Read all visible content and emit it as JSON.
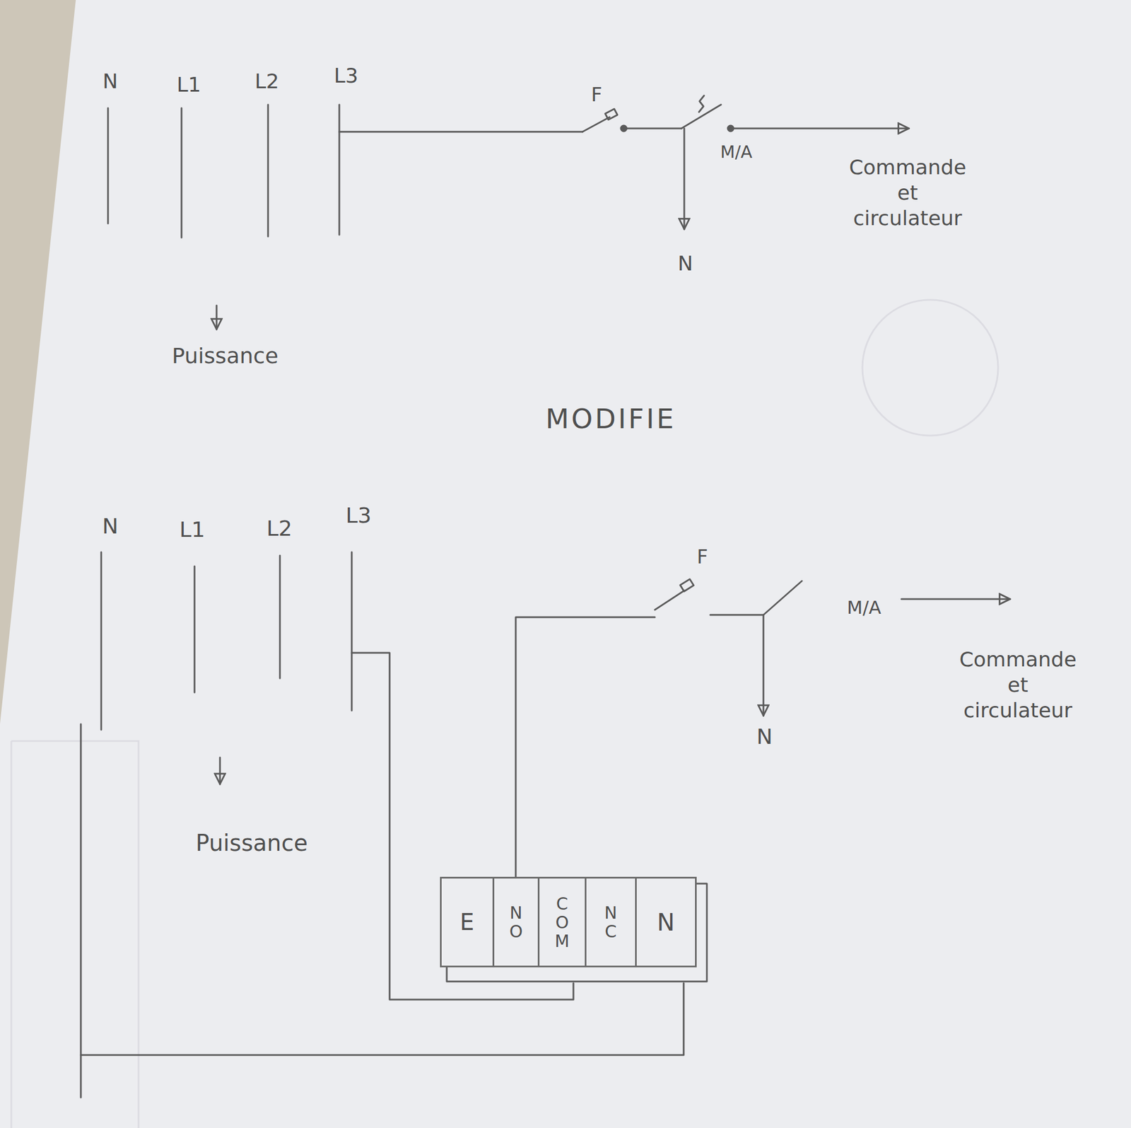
{
  "diagram": {
    "nodes": [
      {
        "text": [
          "E"
        ]
      },
      {
        "text": [
          "NO"
        ]
      },
      {
        "text": [
          "COM"
        ]
      },
      {
        "text": [
          "NC"
        ]
      },
      {
        "text": [
          "N"
        ]
      }
    ],
    "labels": [
      "N",
      "L1",
      "L2",
      "L3",
      "F",
      "M/A",
      "Commande et circulateur",
      "N",
      "Puissance",
      "MODIFIE",
      "N",
      "L1",
      "L2",
      "L3",
      "F",
      "M/A",
      "Commande et circulateur",
      "N",
      "Puissance"
    ]
  }
}
